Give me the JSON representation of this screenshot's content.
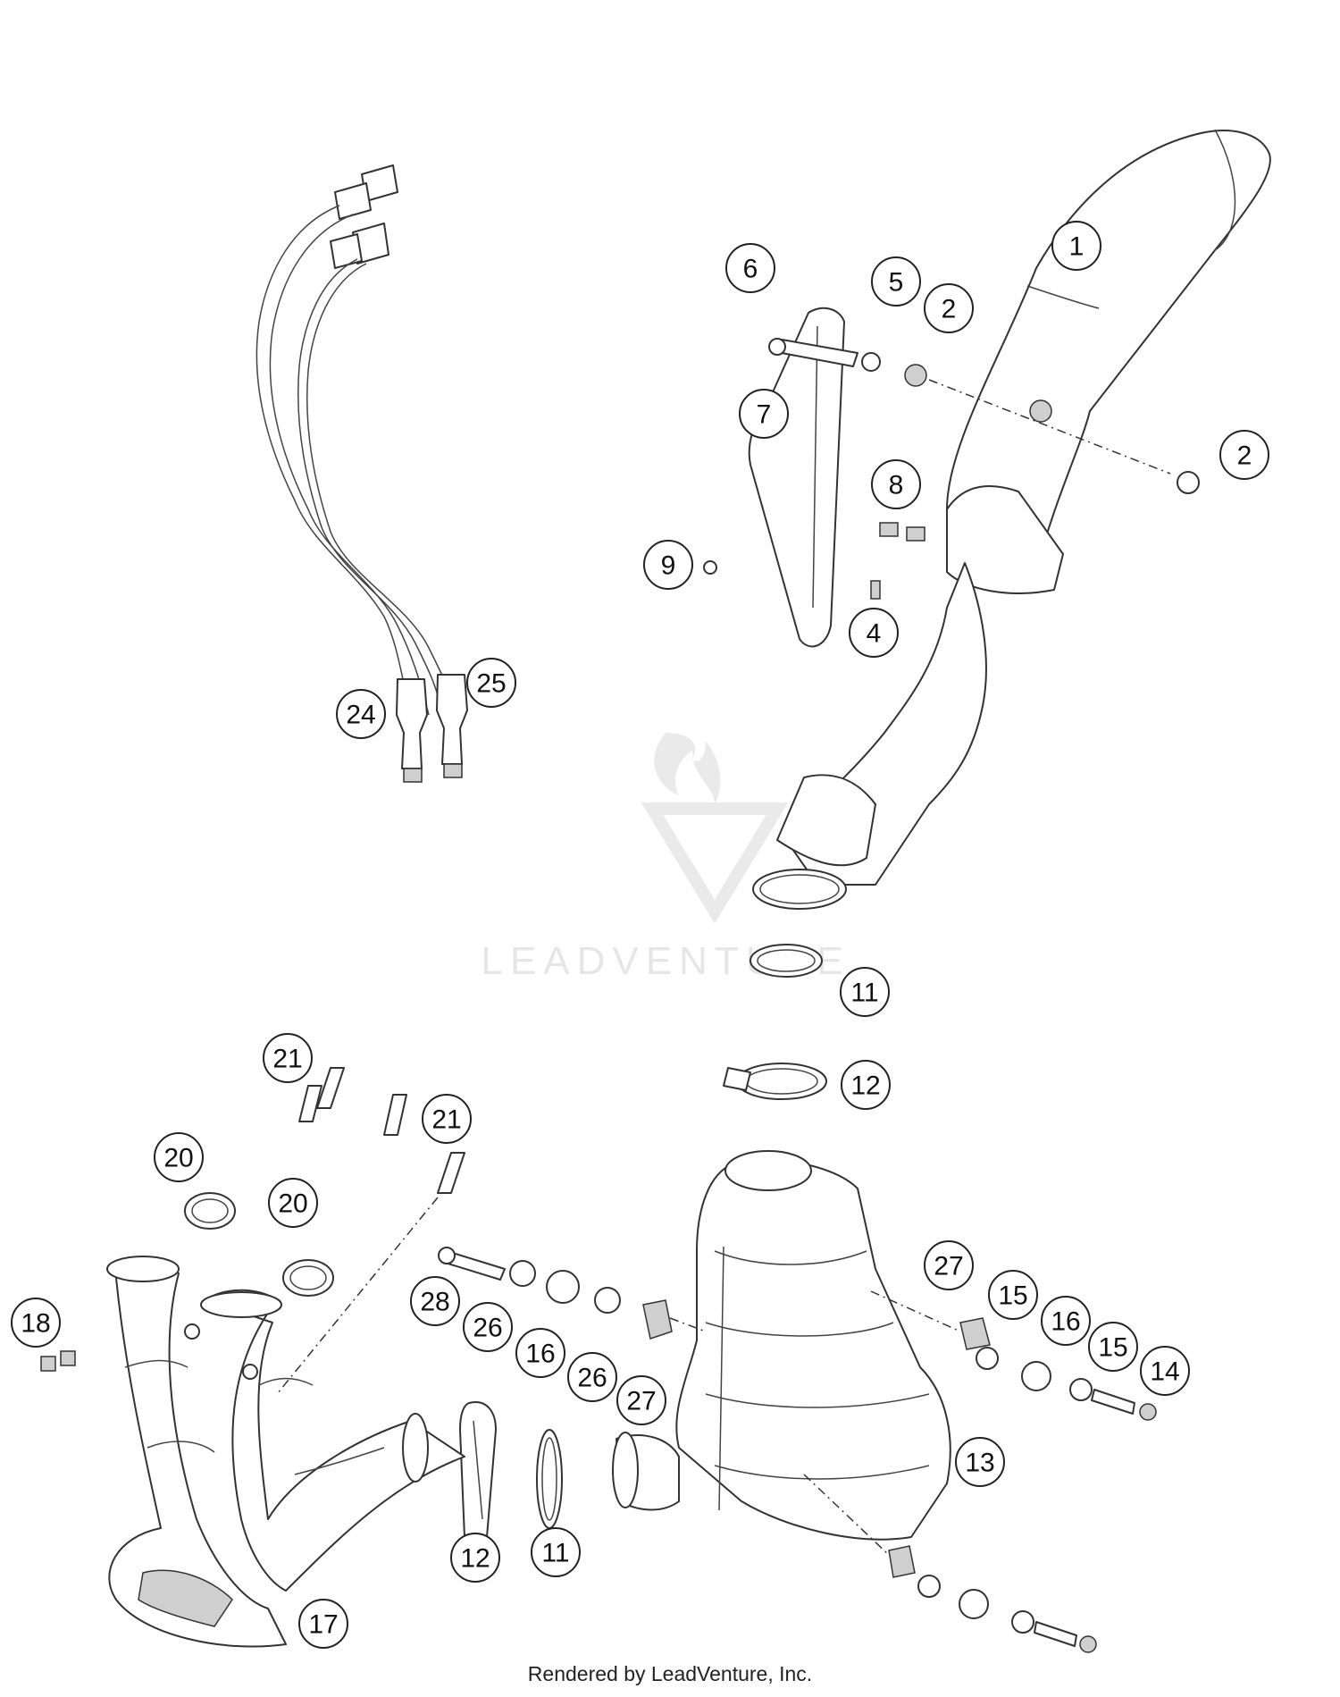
{
  "callouts": [
    {
      "id": "c1",
      "label": "1"
    },
    {
      "id": "c2a",
      "label": "2"
    },
    {
      "id": "c2b",
      "label": "2"
    },
    {
      "id": "c4",
      "label": "4"
    },
    {
      "id": "c5",
      "label": "5"
    },
    {
      "id": "c6",
      "label": "6"
    },
    {
      "id": "c7",
      "label": "7"
    },
    {
      "id": "c8",
      "label": "8"
    },
    {
      "id": "c9",
      "label": "9"
    },
    {
      "id": "c11a",
      "label": "11"
    },
    {
      "id": "c11b",
      "label": "11"
    },
    {
      "id": "c12a",
      "label": "12"
    },
    {
      "id": "c12b",
      "label": "12"
    },
    {
      "id": "c13",
      "label": "13"
    },
    {
      "id": "c14",
      "label": "14"
    },
    {
      "id": "c15a",
      "label": "15"
    },
    {
      "id": "c15b",
      "label": "15"
    },
    {
      "id": "c16a",
      "label": "16"
    },
    {
      "id": "c16b",
      "label": "16"
    },
    {
      "id": "c17",
      "label": "17"
    },
    {
      "id": "c18",
      "label": "18"
    },
    {
      "id": "c20a",
      "label": "20"
    },
    {
      "id": "c20b",
      "label": "20"
    },
    {
      "id": "c21a",
      "label": "21"
    },
    {
      "id": "c21b",
      "label": "21"
    },
    {
      "id": "c24",
      "label": "24"
    },
    {
      "id": "c25",
      "label": "25"
    },
    {
      "id": "c26a",
      "label": "26"
    },
    {
      "id": "c26b",
      "label": "26"
    },
    {
      "id": "c27a",
      "label": "27"
    },
    {
      "id": "c27b",
      "label": "27"
    },
    {
      "id": "c28",
      "label": "28"
    }
  ],
  "watermark": {
    "text": "LEADVENTURE"
  },
  "footer": {
    "text": "Rendered by LeadVenture, Inc."
  }
}
